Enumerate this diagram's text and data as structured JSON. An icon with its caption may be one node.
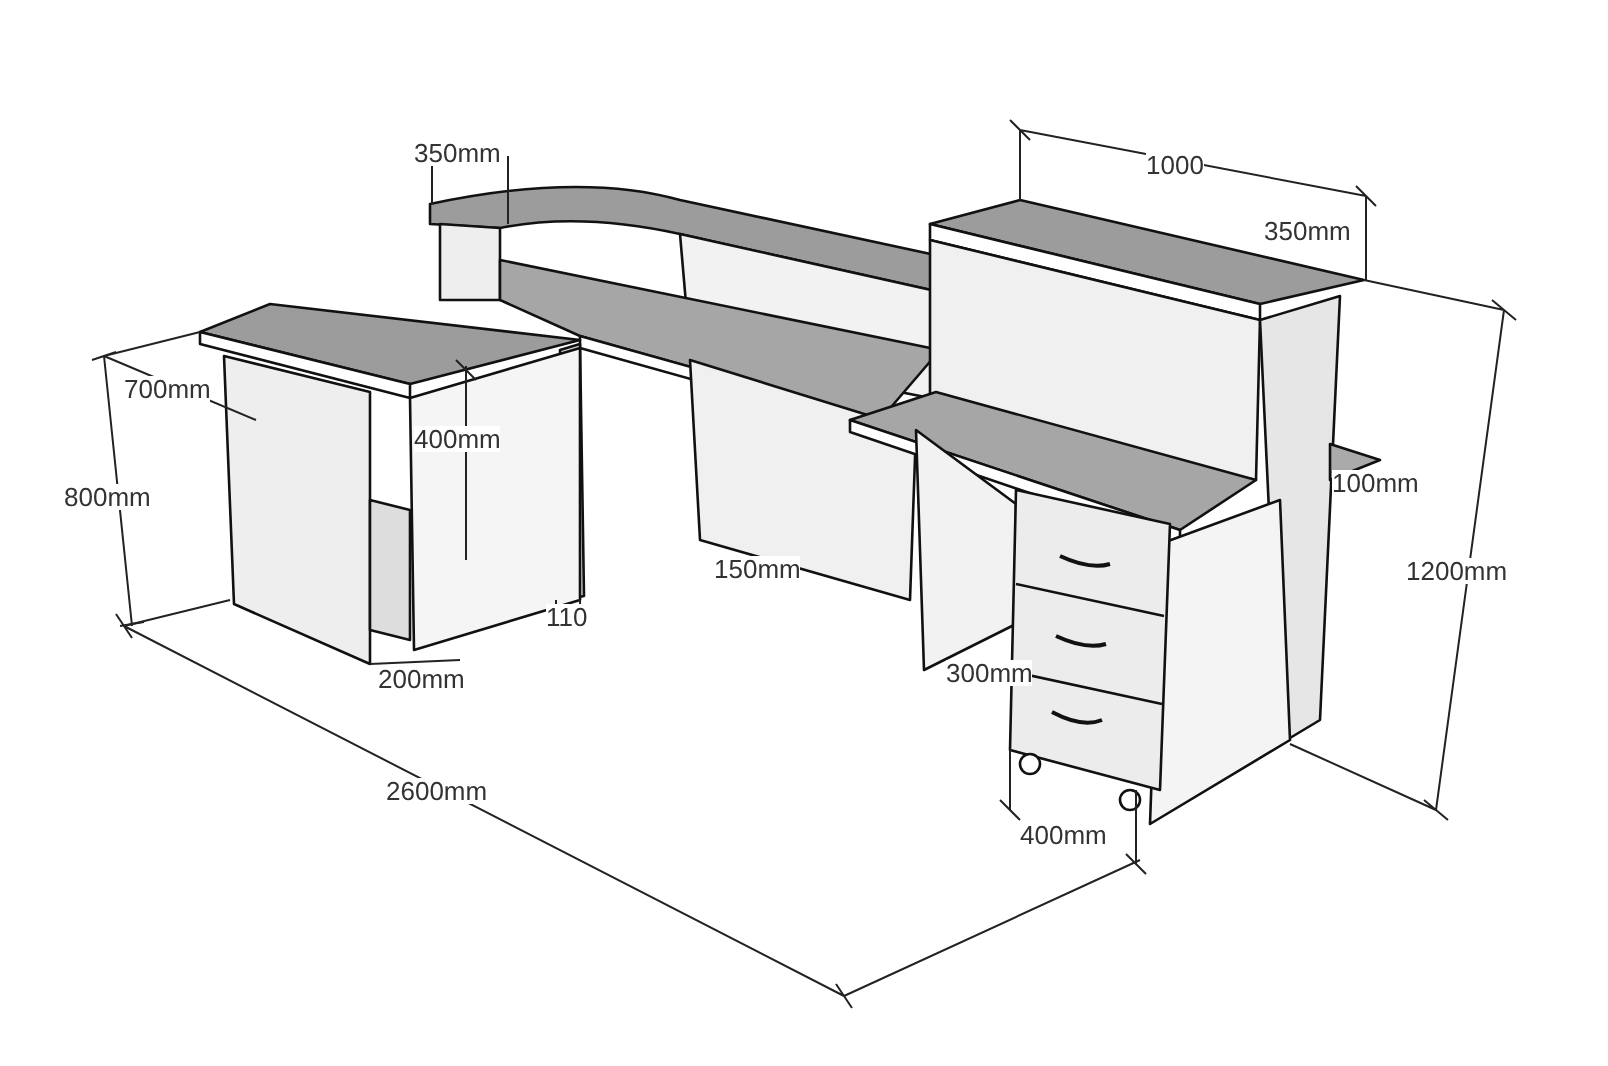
{
  "diagram": {
    "labels": [
      "350mm",
      "1000",
      "350mm",
      "700mm",
      "400mm",
      "800mm",
      "100mm",
      "1200mm",
      "150mm",
      "110",
      "300mm",
      "200mm",
      "2600mm",
      "400mm"
    ]
  }
}
